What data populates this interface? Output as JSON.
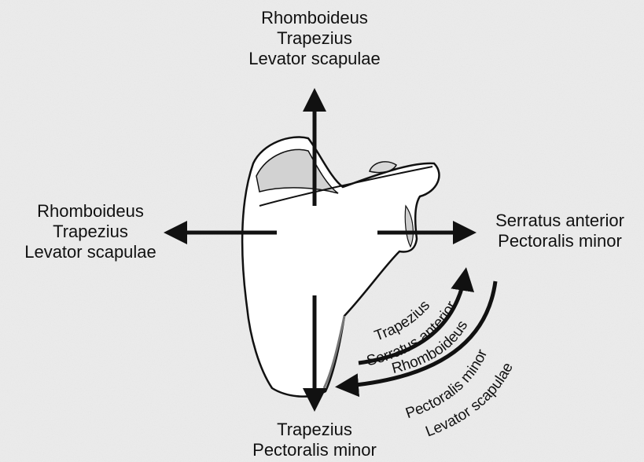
{
  "labels": {
    "top": [
      "Rhomboideus",
      "Trapezius",
      "Levator scapulae"
    ],
    "left": [
      "Rhomboideus",
      "Trapezius",
      "Levator scapulae"
    ],
    "right": [
      "Serratus anterior",
      "Pectoralis minor"
    ],
    "bottom": [
      "Trapezius",
      "Pectoralis minor"
    ],
    "upward_rotation": [
      "Trapezius",
      "Serratus anterior"
    ],
    "downward_rotation": [
      "Rhomboideus",
      "Pectoralis minor",
      "Levator scapulae"
    ]
  },
  "colors": {
    "background": "#ececec",
    "ink": "#111111",
    "bone_fill": "#ffffff",
    "bone_shade": "#d6d6d6"
  }
}
